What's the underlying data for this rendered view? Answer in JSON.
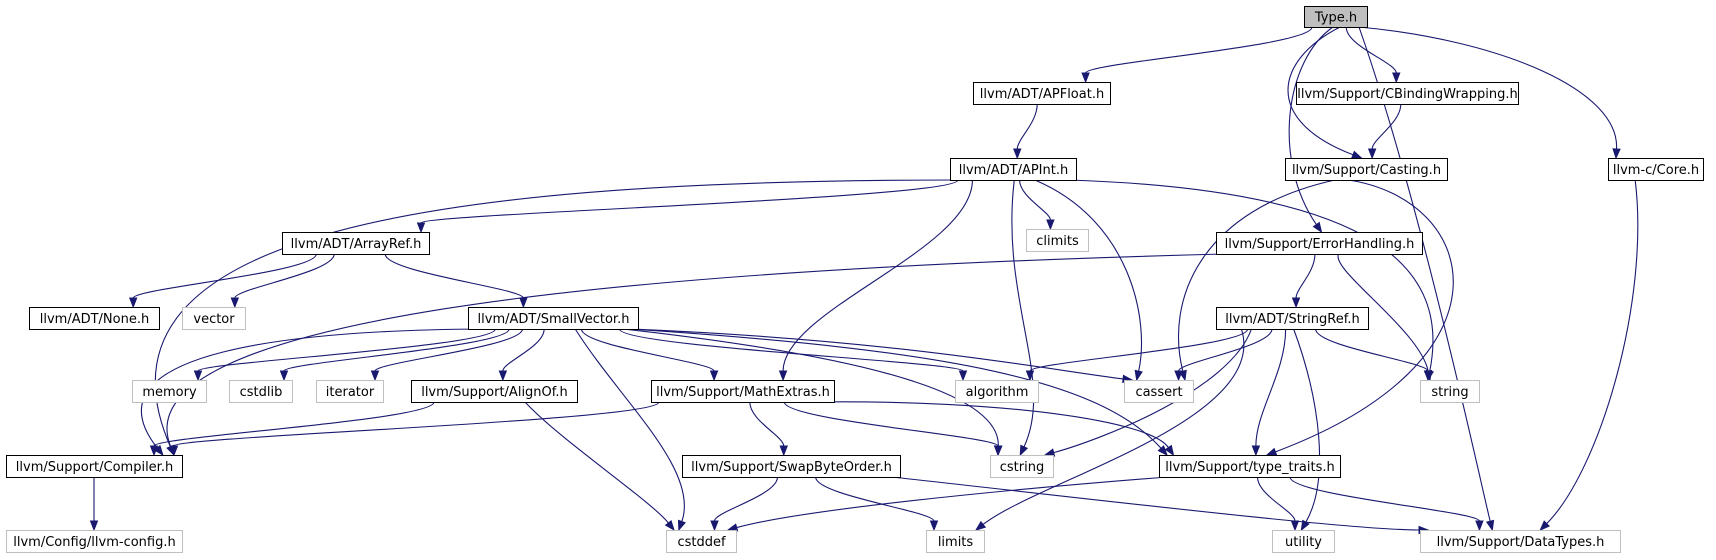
{
  "diagram": {
    "nodes": [
      {
        "id": "type_h",
        "label": "Type.h",
        "style": "root"
      },
      {
        "id": "apfloat",
        "label": "llvm/ADT/APFloat.h",
        "style": "normal"
      },
      {
        "id": "cbinding",
        "label": "llvm/Support/CBindingWrapping.h",
        "style": "normal"
      },
      {
        "id": "apint",
        "label": "llvm/ADT/APInt.h",
        "style": "normal"
      },
      {
        "id": "casting",
        "label": "llvm/Support/Casting.h",
        "style": "normal"
      },
      {
        "id": "core",
        "label": "llvm-c/Core.h",
        "style": "normal"
      },
      {
        "id": "climits",
        "label": "climits",
        "style": "system"
      },
      {
        "id": "arrayref",
        "label": "llvm/ADT/ArrayRef.h",
        "style": "normal"
      },
      {
        "id": "errorhandling",
        "label": "llvm/Support/ErrorHandling.h",
        "style": "normal"
      },
      {
        "id": "none",
        "label": "llvm/ADT/None.h",
        "style": "normal"
      },
      {
        "id": "vector",
        "label": "vector",
        "style": "system"
      },
      {
        "id": "smallvector",
        "label": "llvm/ADT/SmallVector.h",
        "style": "normal"
      },
      {
        "id": "stringref",
        "label": "llvm/ADT/StringRef.h",
        "style": "normal"
      },
      {
        "id": "memory",
        "label": "memory",
        "style": "system"
      },
      {
        "id": "cstdlib",
        "label": "cstdlib",
        "style": "system"
      },
      {
        "id": "iterator",
        "label": "iterator",
        "style": "system"
      },
      {
        "id": "alignof",
        "label": "llvm/Support/AlignOf.h",
        "style": "normal"
      },
      {
        "id": "mathextras",
        "label": "llvm/Support/MathExtras.h",
        "style": "normal"
      },
      {
        "id": "algorithm",
        "label": "algorithm",
        "style": "system"
      },
      {
        "id": "cassert",
        "label": "cassert",
        "style": "system"
      },
      {
        "id": "string",
        "label": "string",
        "style": "system"
      },
      {
        "id": "compiler",
        "label": "llvm/Support/Compiler.h",
        "style": "normal"
      },
      {
        "id": "swapbyte",
        "label": "llvm/Support/SwapByteOrder.h",
        "style": "normal"
      },
      {
        "id": "cstring",
        "label": "cstring",
        "style": "system"
      },
      {
        "id": "typetraits",
        "label": "llvm/Support/type_traits.h",
        "style": "normal"
      },
      {
        "id": "llvmconfig",
        "label": "llvm/Config/llvm-config.h",
        "style": "system"
      },
      {
        "id": "cstddef",
        "label": "cstddef",
        "style": "system"
      },
      {
        "id": "limits",
        "label": "limits",
        "style": "system"
      },
      {
        "id": "utility",
        "label": "utility",
        "style": "system"
      },
      {
        "id": "datatypes",
        "label": "llvm/Support/DataTypes.h",
        "style": "system"
      }
    ],
    "edges": [
      [
        "type_h",
        "apfloat"
      ],
      [
        "type_h",
        "cbinding"
      ],
      [
        "type_h",
        "casting"
      ],
      [
        "type_h",
        "errorhandling"
      ],
      [
        "type_h",
        "core"
      ],
      [
        "type_h",
        "datatypes"
      ],
      [
        "apfloat",
        "apint"
      ],
      [
        "cbinding",
        "casting"
      ],
      [
        "apint",
        "arrayref"
      ],
      [
        "apint",
        "compiler"
      ],
      [
        "apint",
        "climits"
      ],
      [
        "apint",
        "mathextras"
      ],
      [
        "apint",
        "cassert"
      ],
      [
        "apint",
        "cstring"
      ],
      [
        "apint",
        "string"
      ],
      [
        "casting",
        "cassert"
      ],
      [
        "casting",
        "typetraits"
      ],
      [
        "core",
        "datatypes"
      ],
      [
        "arrayref",
        "none"
      ],
      [
        "arrayref",
        "vector"
      ],
      [
        "arrayref",
        "smallvector"
      ],
      [
        "errorhandling",
        "compiler"
      ],
      [
        "errorhandling",
        "stringref"
      ],
      [
        "errorhandling",
        "string"
      ],
      [
        "smallvector",
        "compiler"
      ],
      [
        "smallvector",
        "memory"
      ],
      [
        "smallvector",
        "cstdlib"
      ],
      [
        "smallvector",
        "iterator"
      ],
      [
        "smallvector",
        "alignof"
      ],
      [
        "smallvector",
        "mathextras"
      ],
      [
        "smallvector",
        "algorithm"
      ],
      [
        "smallvector",
        "cassert"
      ],
      [
        "smallvector",
        "cstring"
      ],
      [
        "smallvector",
        "typetraits"
      ],
      [
        "smallvector",
        "cstddef"
      ],
      [
        "stringref",
        "algorithm"
      ],
      [
        "stringref",
        "cassert"
      ],
      [
        "stringref",
        "string"
      ],
      [
        "stringref",
        "cstring"
      ],
      [
        "stringref",
        "typetraits"
      ],
      [
        "stringref",
        "limits"
      ],
      [
        "stringref",
        "utility"
      ],
      [
        "alignof",
        "compiler"
      ],
      [
        "alignof",
        "cstddef"
      ],
      [
        "mathextras",
        "compiler"
      ],
      [
        "mathextras",
        "swapbyte"
      ],
      [
        "mathextras",
        "cstring"
      ],
      [
        "mathextras",
        "typetraits"
      ],
      [
        "compiler",
        "llvmconfig"
      ],
      [
        "swapbyte",
        "cstddef"
      ],
      [
        "swapbyte",
        "limits"
      ],
      [
        "swapbyte",
        "datatypes"
      ],
      [
        "typetraits",
        "cstddef"
      ],
      [
        "typetraits",
        "utility"
      ],
      [
        "typetraits",
        "datatypes"
      ]
    ],
    "colors": {
      "edge": "#191970",
      "root_fill": "#bfbfbf",
      "node_border": "#000000",
      "system_border": "#bfbfbf"
    }
  }
}
